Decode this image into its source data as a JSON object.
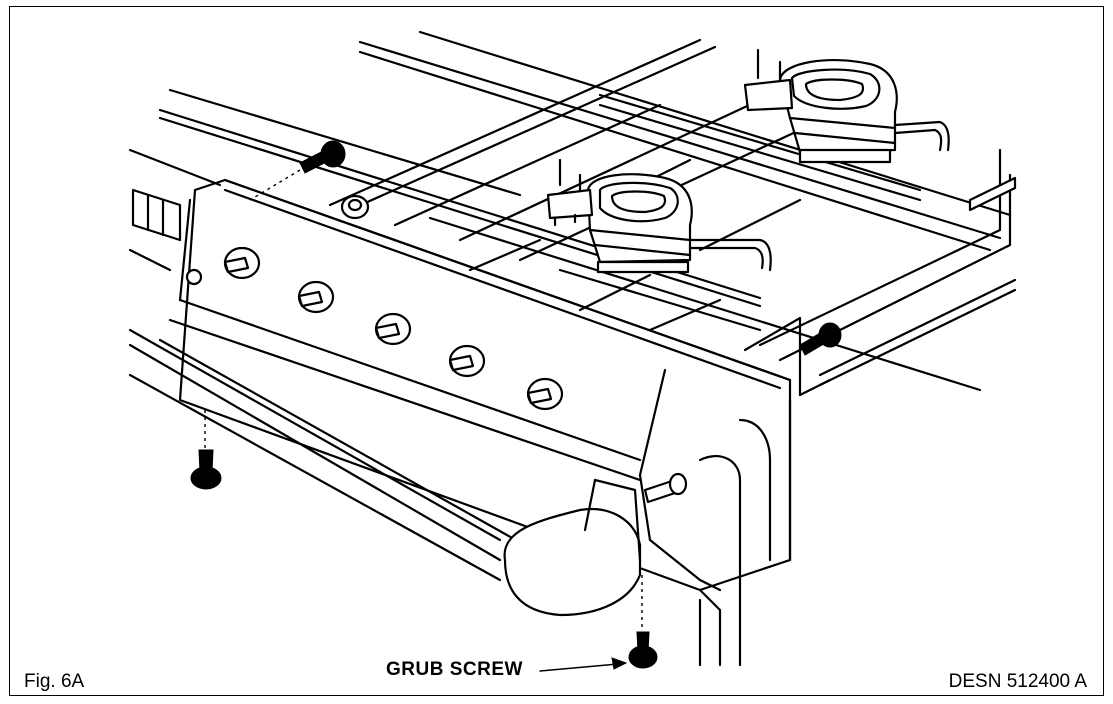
{
  "figure": {
    "label": "Fig. 6A",
    "reference": "DESN 512400 A",
    "callout": "GRUB SCREW"
  },
  "colors": {
    "ink": "#000000",
    "paper": "#ffffff"
  }
}
